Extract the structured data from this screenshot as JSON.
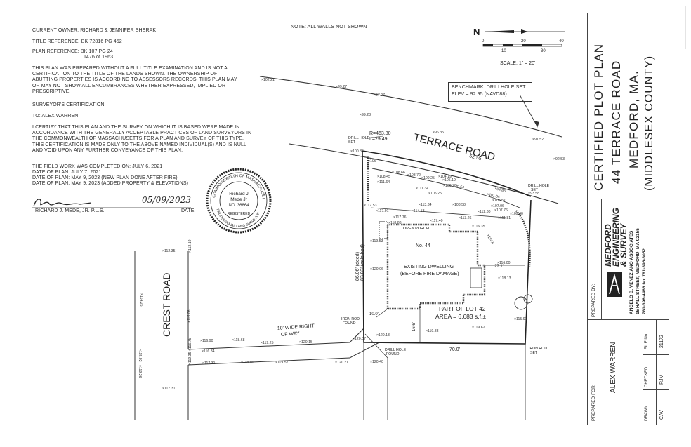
{
  "owner": "CURRENT OWNER: RICHARD & JENNIFER SHERAK",
  "title_ref": "TITLE REFERENCE:   BK 72816 PG 452",
  "plan_ref_1": "PLAN REFERENCE:    BK 107 PG 24",
  "plan_ref_2": "1476 of 1963",
  "disclaimer": "THIS PLAN WAS PREPARED WITHOUT A FULL TITLE EXAMINATION AND IS NOT A CERTIFICATION TO THE TITLE OF THE LANDS SHOWN. THE OWNERSHIP OF ABUTTING PROPERTIES IS ACCORDING TO ASSESSORS RECORDS. THIS PLAN MAY OR MAY NOT SHOW ALL ENCUMBRANCES WHETHER EXPRESSED, IMPLIED OR PRESCRIPTIVE.",
  "surveyor_heading": "SURVEYOR'S CERTIFICATION:",
  "to": "TO:  ALEX WARREN",
  "cert_text": "I CERTIFY THAT THIS PLAN AND THE SURVEY ON WHICH IT IS BASED WERE MADE IN ACCORDANCE WITH THE GENERALLY ACCEPTABLE PRACTICES OF LAND SURVEYORS IN THE COMMONWEALTH OF MASSACHUSETTS FOR A PLAN AND SURVEY OF THIS TYPE. THIS CERTIFICATION IS MADE ONLY TO THE ABOVE NAMED INDIVIDUAL(S) AND IS NULL AND VOID UPON ANY FURTHER CONVEYANCE OF THIS PLAN.",
  "field_work": "THE FIELD WORK WAS COMPLETED ON:  JULY 6, 2021",
  "date_1": "DATE OF PLAN:  JULY 7, 2021",
  "date_2": "DATE OF PLAN:  MAY 9, 2023 (NEW PLAN DONE AFTER FIRE)",
  "date_3": "DATE OF PLAN:  MAY 9, 2023 (ADDED PROPERTY & ELEVATIONS)",
  "signature_date": "05/09/2023",
  "signer": "RICHARD J. MEDE, JR.  P.L.S.",
  "date_label": "DATE:",
  "seal": {
    "ring": "COMMONWEALTH OF MASSACHUSETTS",
    "name_1": "Richard J",
    "name_2": "Mede Jr",
    "number": "NO. 36864",
    "registered": "REGISTERED",
    "bottom": "PROFESSIONAL LAND SURVEYOR"
  },
  "note": "NOTE: ALL WALLS NOT SHOWN",
  "north": "N",
  "scale_ticks": [
    "0",
    "20",
    "40",
    "10",
    "30"
  ],
  "scale_text": "SCALE: 1\" = 20'",
  "benchmark_1": "BENCHMARK: DRILLHOLE SET",
  "benchmark_2": "ELEV = 92.95 (NAVD88)",
  "terrace_road": "TERRACE ROAD",
  "crest_road": "CREST ROAD",
  "row_1": "10' WIDE RIGHT",
  "row_2": "OF WAY",
  "no44": "No. 44",
  "dwelling_1": "EXISTING DWELLING",
  "dwelling_2": "(BEFORE FIRE DAMAGE)",
  "porch": "OPEN PORCH",
  "lot": "PART OF LOT 42",
  "area": "AREA = 6,683 s.f.±",
  "dim_front": "52.55",
  "dim_rear": "70.0'",
  "dim_left_1": "86.06' (deed)",
  "dim_left_2": "83.03' (calc-hed)",
  "dim_10": "10.0'",
  "dim_27": "27.1'",
  "dim_16": "16.6'",
  "curve_r": "R=463.80",
  "curve_l": "L=29.49",
  "iron_rod_1": "IRON ROD",
  "iron_rod_2": "FOUND",
  "iron_rod_set_1": "IRON ROD",
  "iron_rod_set_2": "SET",
  "drill_1": "DRILL HOLE",
  "drill_2": "SET",
  "drill_found_1": "DRILL HOLE",
  "drill_found_2": "FOUND",
  "elevations": [
    "102.21",
    "99.27",
    "97.97",
    "99.28",
    "96.35",
    "91.52",
    "92.53",
    "100.85",
    "106",
    "108.45",
    "111.64",
    "108.66",
    "108.72",
    "109.25",
    "104.19",
    "105.19",
    "106.73",
    "96.54",
    "94.86",
    "93.58",
    "101.54",
    "103.57",
    "107.06",
    "111.34",
    "105.25",
    "117.53",
    "117.91",
    "113.34",
    "114.58",
    "108.58",
    "112.80",
    "107.76",
    "109.40",
    "117.76",
    "118.88",
    "117.40",
    "113.26",
    "116.35",
    "114.5",
    "111.81",
    "119.53",
    "120.06",
    "116.00",
    "118.13",
    "115.91",
    "120.13",
    "119.83",
    "119.62",
    "120.07",
    "120.40",
    "120.21",
    "112.35",
    "116.90",
    "118.68",
    "119.25",
    "120.15",
    "116.84",
    "117.31",
    "118.80",
    "119.57",
    "117.31",
    "112.19",
    "114.26",
    "115.06",
    "115.92",
    "116.75",
    "119.35",
    "119.26"
  ],
  "titleblock": {
    "title_1": "CERTIFIED PLOT PLAN",
    "title_2": "44 TERRACE ROAD",
    "title_3": "MEDFORD, MA.",
    "title_4": "(MIDDLESEX COUNTY)",
    "prepared_by": "PREPARED BY:",
    "company_1": "MEDFORD",
    "company_2": "ENGINEERING",
    "company_3": "& SURVEY",
    "associate": "ANGELO B. VENEZIANO ASSOCIATES",
    "address": "15 HALL STREET, MEDFORD, MA 02155",
    "phone": "781-396-4466   fax 781-396-8052",
    "prepared_for_label": "PREPARED FOR:",
    "prepared_for": "ALEX WARREN",
    "drawn": "DRAWN",
    "checked": "CHECKED",
    "file_no": "FILE No.",
    "drawn_val": "CAV",
    "checked_val": "RJM",
    "file_val": "21172"
  }
}
